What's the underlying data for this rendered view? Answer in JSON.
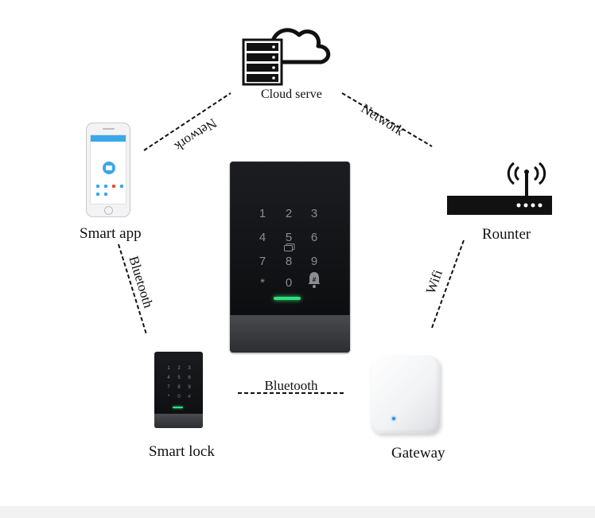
{
  "nodes": {
    "cloud": "Cloud serve",
    "smart_app": "Smart app",
    "router": "Rounter",
    "smart_lock": "Smart lock",
    "gateway": "Gateway"
  },
  "links": {
    "app_cloud": "Network",
    "cloud_router": "Network",
    "app_lock": "Bluetooth",
    "router_gateway": "Wifi",
    "lock_gateway": "Bluetooth"
  },
  "keypad": {
    "keys": [
      "1",
      "2",
      "3",
      "4",
      "5",
      "6",
      "7",
      "8",
      "9",
      "*",
      "0",
      "#"
    ]
  },
  "colors": {
    "led": "#2fe07a",
    "app_accent": "#3aa8e8",
    "gateway_led": "#2f8de0"
  }
}
